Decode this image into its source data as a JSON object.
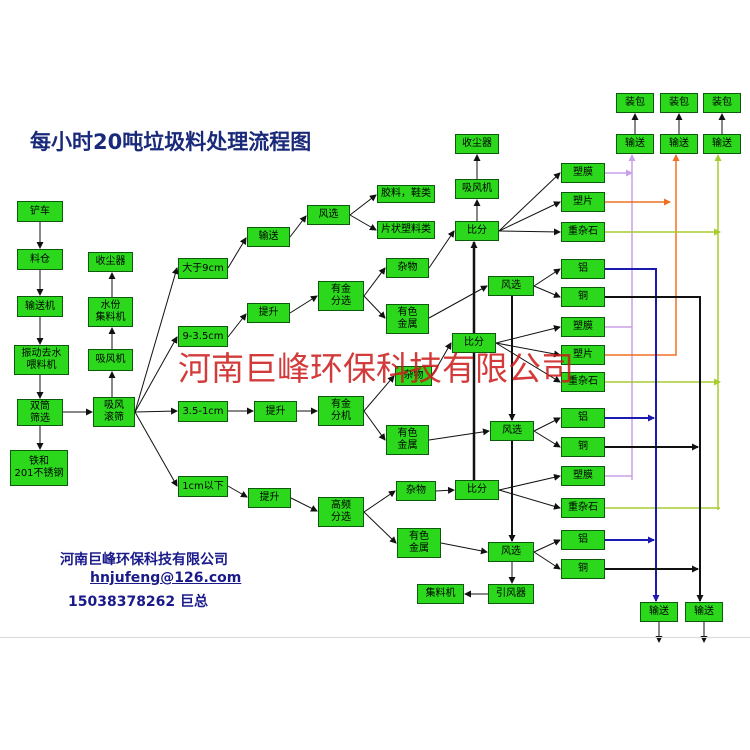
{
  "title": "每小时20吨垃圾料处理流程图",
  "watermark": "河南巨峰环保科技有限公司",
  "contact": {
    "company": "河南巨峰环保科技有限公司",
    "email": "hnjufeng@126.com",
    "phone": "15038378262 巨总"
  },
  "nodes": {
    "chanche": "铲车",
    "liaocang": "料仓",
    "shusongji_1": "输送机",
    "zhendong": "振动去水\n喂料机",
    "shuangtong": "双筒\n筛选",
    "tie": "铁和\n201不锈钢",
    "shouchenqi_1": "收尘器",
    "shuifen": "水份\n集料机",
    "xifengji_1": "吸风机",
    "xifeng_tuozhang": "吸风\n滚筛",
    "dayu9": "大于9cm",
    "r9_35": "9-3.5cm",
    "r35_1": "3.5-1cm",
    "r1cm": "1cm以下",
    "shusong_2": "输送",
    "tisheng_1": "提升",
    "tisheng_2": "提升",
    "tisheng_3": "提升",
    "fengxuan_1": "风选",
    "jiaoliao": "胶料，鞋类",
    "pianzhuang": "片状塑料类",
    "youjin_1": "有金\n分选",
    "youjin_2": "有金\n分机",
    "gaopin": "高频\n分选",
    "zawu_1": "杂物",
    "zawu_2": "杂物",
    "zawu_3": "杂物",
    "youse_1": "有色\n金属",
    "youse_2": "有色\n金属",
    "youse_3": "有色\n金属",
    "shouchenqi_2": "收尘器",
    "xifengji_2": "吸风机",
    "bifen_1": "比分",
    "bifen_2": "比分",
    "bifen_3": "比分",
    "fengxuan_2": "风选",
    "fengxuan_3": "风选",
    "fengxuan_4": "风选",
    "jiliaoji": "集料机",
    "yinfengqi": "引风器",
    "sumo_1": "塑膜",
    "supian_1": "塑片",
    "zhongzashi_1": "重杂石",
    "lv_1": "铝",
    "tong_1": "铜",
    "sumo_2": "塑膜",
    "supian_2": "塑片",
    "zhongzashi_2": "重杂石",
    "lv_2": "铝",
    "tong_2": "铜",
    "sumo_3": "塑膜",
    "zhongzashi_3": "重杂石",
    "lv_3": "铝",
    "tong_3": "铜",
    "zhuangbao_1": "装包",
    "zhuangbao_2": "装包",
    "zhuangbao_3": "装包",
    "shusong_top_1": "输送",
    "shusong_top_2": "输送",
    "shusong_top_3": "输送",
    "shusong_bot_1": "输送",
    "shusong_bot_2": "输送"
  },
  "colors": {
    "box_fill": "#2bd81c",
    "title": "#1a2a7a",
    "watermark": "#cc1a1a",
    "line_purple": "#c8a0e8",
    "line_orange": "#f07020",
    "line_lime": "#a8cc30",
    "line_blue": "#1a1ab0",
    "line_black": "#111111"
  }
}
